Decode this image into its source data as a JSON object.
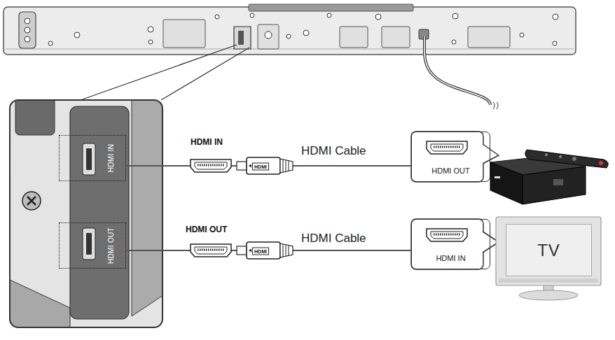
{
  "diagram": {
    "nodes": [
      {
        "text": [
          "HDMI IN"
        ]
      },
      {
        "text": [
          "HDMI OUT"
        ]
      },
      {
        "text": [
          "HDMI OUT"
        ]
      },
      {
        "text": [
          "HDMI IN"
        ]
      },
      {
        "text": [
          "TV"
        ]
      }
    ],
    "edges": [
      {
        "from": 0,
        "to": 2,
        "arrow": "none",
        "label": "HDMI Cable"
      },
      {
        "from": 1,
        "to": 3,
        "arrow": "none",
        "label": "HDMI Cable"
      }
    ],
    "labels": [
      "HDMI IN",
      "HDMI",
      "HDMI OUT",
      "HDMI"
    ]
  }
}
